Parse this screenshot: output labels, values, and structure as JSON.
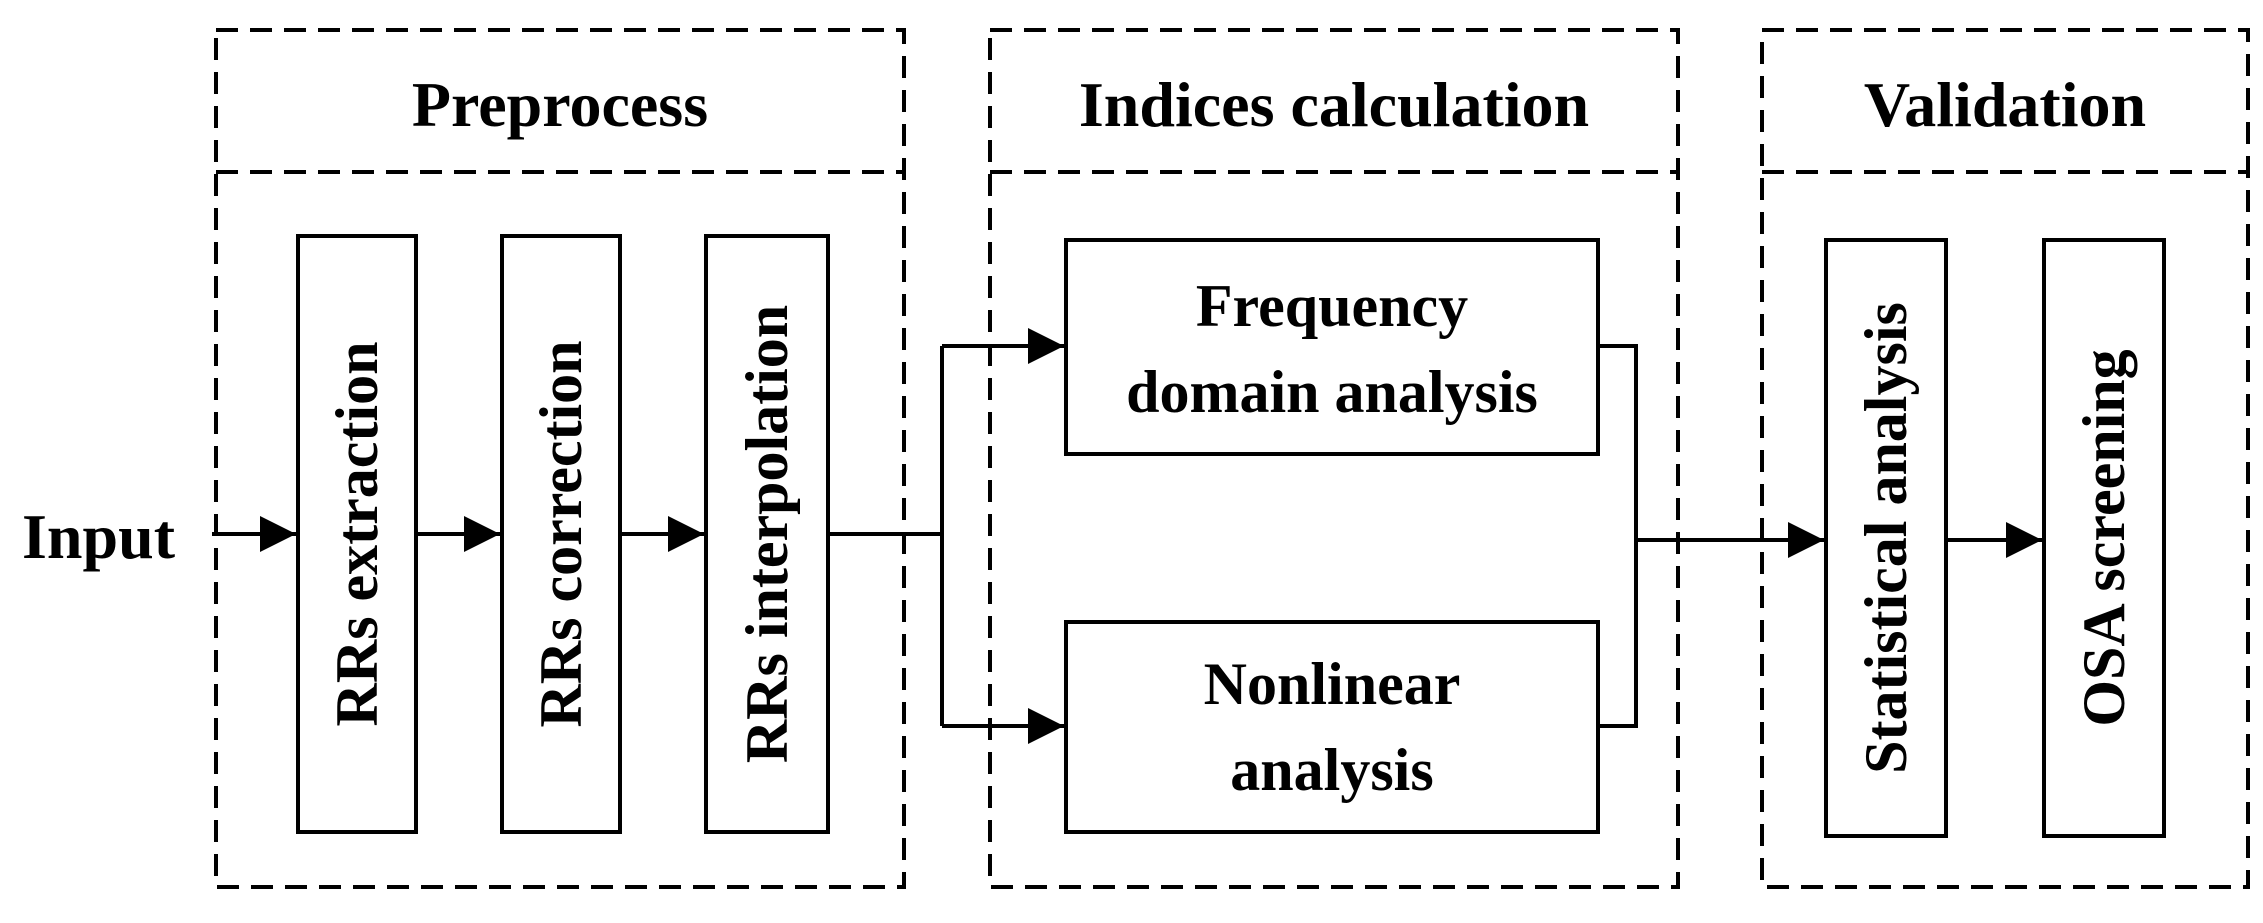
{
  "input_label": "Input",
  "sections": {
    "preprocess": {
      "title": "Preprocess"
    },
    "indices": {
      "title": "Indices calculation"
    },
    "validation": {
      "title": "Validation"
    }
  },
  "steps": {
    "rrs_extraction": "RRs extraction",
    "rrs_correction": "RRs correction",
    "rrs_interpolation": "RRs interpolation",
    "frequency_line1": "Frequency",
    "frequency_line2": "domain analysis",
    "nonlinear_line1": "Nonlinear",
    "nonlinear_line2": "analysis",
    "statistical_analysis": "Statistical analysis",
    "osa_screening": "OSA screening"
  }
}
